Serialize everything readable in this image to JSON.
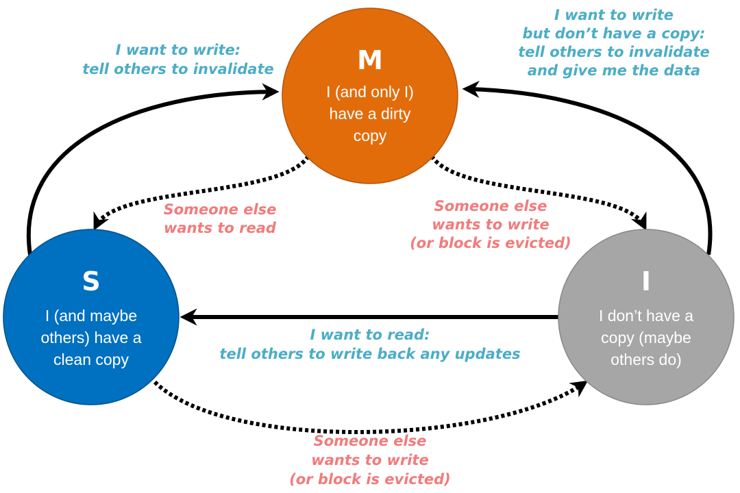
{
  "states": {
    "m": {
      "letter": "M",
      "desc": [
        "I (and only I)",
        "have a dirty",
        "copy"
      ],
      "color": "#e36c0a"
    },
    "s": {
      "letter": "S",
      "desc": [
        "I (and maybe",
        "others) have a",
        "clean copy"
      ],
      "color": "#0070c0"
    },
    "i": {
      "letter": "I",
      "desc": [
        "I don’t have a",
        "copy (maybe",
        "others do)"
      ],
      "color": "#a6a6a6"
    }
  },
  "transitions": {
    "s_to_m": {
      "lines": [
        "I want to write:",
        "tell others to invalidate"
      ]
    },
    "i_to_m": {
      "lines": [
        "I want to write",
        "but don’t have a copy:",
        "tell others to invalidate",
        "and give me the data"
      ]
    },
    "m_to_s": {
      "lines": [
        "Someone else",
        "wants to read"
      ]
    },
    "m_to_i": {
      "lines": [
        "Someone else",
        "wants to write",
        "(or block is evicted)"
      ]
    },
    "i_to_s": {
      "lines": [
        "I want to read:",
        "tell others to write back any updates"
      ]
    },
    "s_to_i": {
      "lines": [
        "Someone else",
        "wants to write",
        "(or block is evicted)"
      ]
    }
  },
  "colors": {
    "requester_label": "#4badc6",
    "snoop_label": "#f27b7b",
    "arrow": "#000000"
  }
}
